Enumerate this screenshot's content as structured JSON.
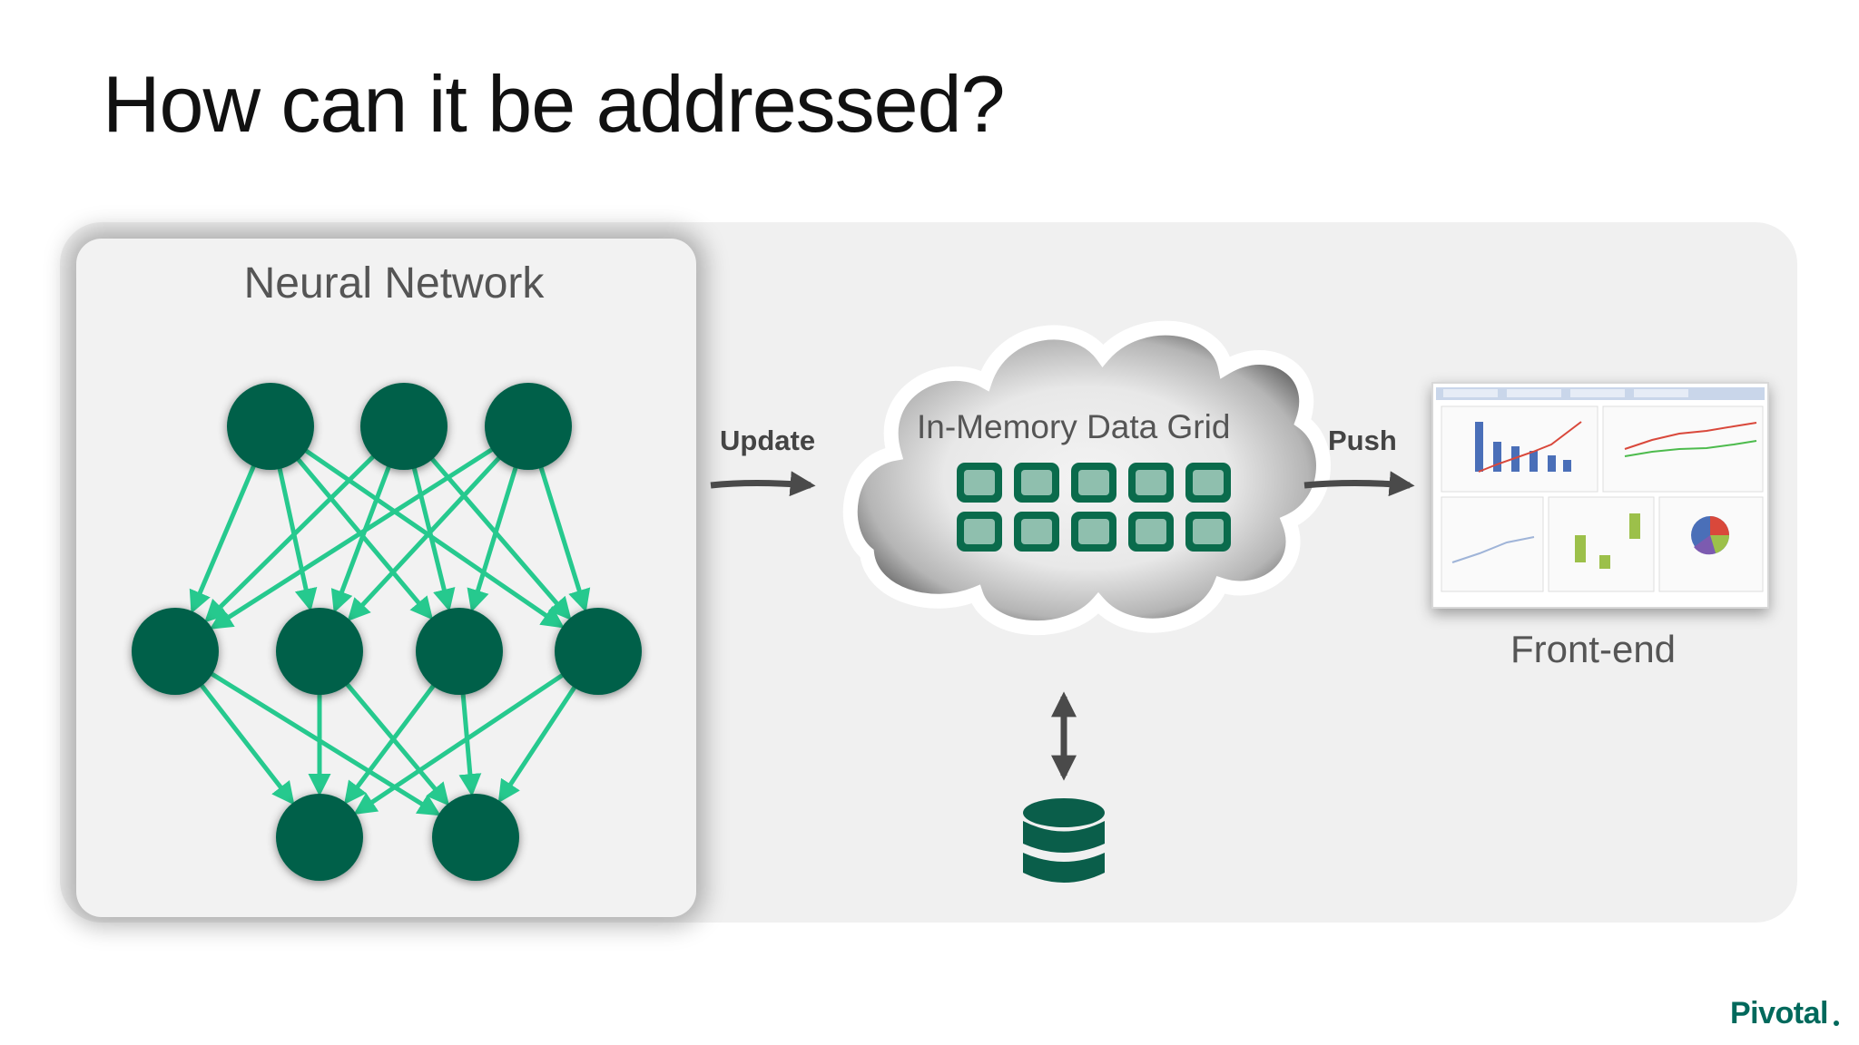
{
  "slide": {
    "title": "How can it be addressed?",
    "brand": "Pivotal"
  },
  "neural_network": {
    "title": "Neural Network",
    "layers": [
      3,
      4,
      2
    ]
  },
  "flow": {
    "update_label": "Update",
    "push_label": "Push",
    "grid_label": "In-Memory Data Grid",
    "frontend_label": "Front-end"
  },
  "colors": {
    "node": "#04614a",
    "edge": "#26c98e",
    "grid_block": "#0a6b4c",
    "database": "#0a5e4a",
    "arrow": "#4a4a4a",
    "brand": "#00695c"
  },
  "icons": [
    "cloud-icon",
    "database-icon",
    "dashboard-thumbnail"
  ]
}
